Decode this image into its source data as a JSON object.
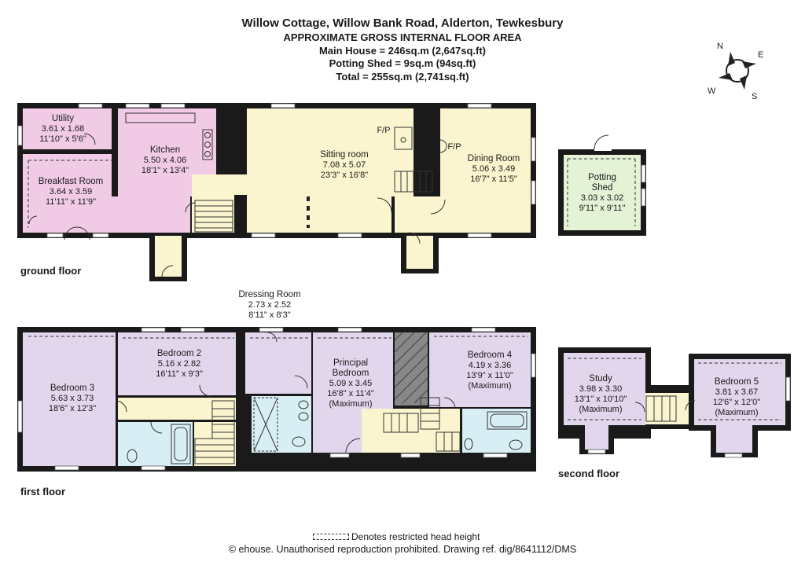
{
  "header": {
    "title": "Willow Cottage, Willow Bank Road, Alderton, Tewkesbury",
    "subtitle": "APPROXIMATE GROSS INTERNAL FLOOR AREA",
    "main_house": "Main House = 246sq.m (2,647sq.ft)",
    "potting_shed": "Potting Shed = 9sq.m (94sq.ft)",
    "total": "Total = 255sq.m (2,741sq.ft)"
  },
  "compass": {
    "n": "N",
    "e": "E",
    "s": "S",
    "w": "W"
  },
  "floors": {
    "ground": "ground floor",
    "first": "first floor",
    "second": "second floor"
  },
  "rooms": {
    "utility": {
      "name": "Utility",
      "metric": "3.61 x 1.68",
      "imperial": "11'10\" x 5'6\""
    },
    "breakfast": {
      "name": "Breakfast Room",
      "metric": "3.64 x 3.59",
      "imperial": "11'11\" x 11'9\""
    },
    "kitchen": {
      "name": "Kitchen",
      "metric": "5.50 x 4.06",
      "imperial": "18'1\" x 13'4\""
    },
    "sitting": {
      "name": "Sitting room",
      "metric": "7.08 x 5.07",
      "imperial": "23'3\" x 16'8\""
    },
    "dining": {
      "name": "Dining Room",
      "metric": "5.06 x 3.49",
      "imperial": "16'7\" x 11'5\""
    },
    "shed": {
      "name": "Potting",
      "name2": "Shed",
      "metric": "3.03 x 3.02",
      "imperial": "9'11\" x 9'11\""
    },
    "dressing": {
      "name": "Dressing Room",
      "metric": "2.73 x 2.52",
      "imperial": "8'11\" x 8'3\""
    },
    "bedroom3": {
      "name": "Bedroom 3",
      "metric": "5.63 x 3.73",
      "imperial": "18'6\" x 12'3\""
    },
    "bedroom2": {
      "name": "Bedroom 2",
      "metric": "5.16 x 2.82",
      "imperial": "16'11\" x 9'3\""
    },
    "principal": {
      "name": "Principal",
      "name2": "Bedroom",
      "metric": "5.09 x 3.45",
      "imperial": "16'8\" x 11'4\"",
      "note": "(Maximum)"
    },
    "bedroom4": {
      "name": "Bedroom 4",
      "metric": "4.19 x 3.36",
      "imperial": "13'9\" x 11'0\"",
      "note": "(Maximum)"
    },
    "study": {
      "name": "Study",
      "metric": "3.98 x 3.30",
      "imperial": "13'1\" x 10'10\"",
      "note": "(Maximum)"
    },
    "bedroom5": {
      "name": "Bedroom 5",
      "metric": "3.81 x 3.67",
      "imperial": "12'6\" x 12'0\"",
      "note": "(Maximum)"
    }
  },
  "fireplaces": {
    "sitting": "F/P",
    "dining": "F/P"
  },
  "legend": "Denotes restricted head height",
  "copyright": "© ehouse. Unauthorised reproduction prohibited. Drawing ref. dig/8641112/DMS",
  "colors": {
    "pink": "#f1cbe6",
    "yellow": "#fbf5cf",
    "purple": "#e2d6ec",
    "blue": "#d8eef5",
    "wall": "#1a1a1a",
    "window": "#ffffff"
  }
}
